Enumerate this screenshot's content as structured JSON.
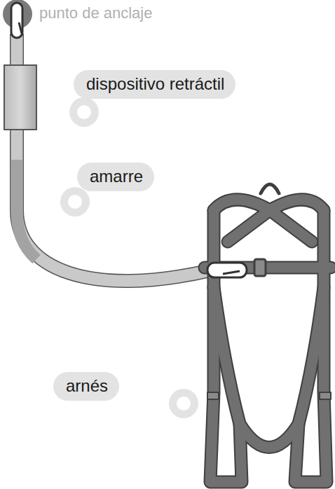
{
  "diagram": {
    "nodes": [
      {
        "text": [
          "dispositivo retráctil"
        ]
      },
      {
        "text": [
          "amarre"
        ]
      },
      {
        "text": [
          "arnés"
        ]
      }
    ],
    "labels": [
      "punto de anclaje"
    ]
  }
}
